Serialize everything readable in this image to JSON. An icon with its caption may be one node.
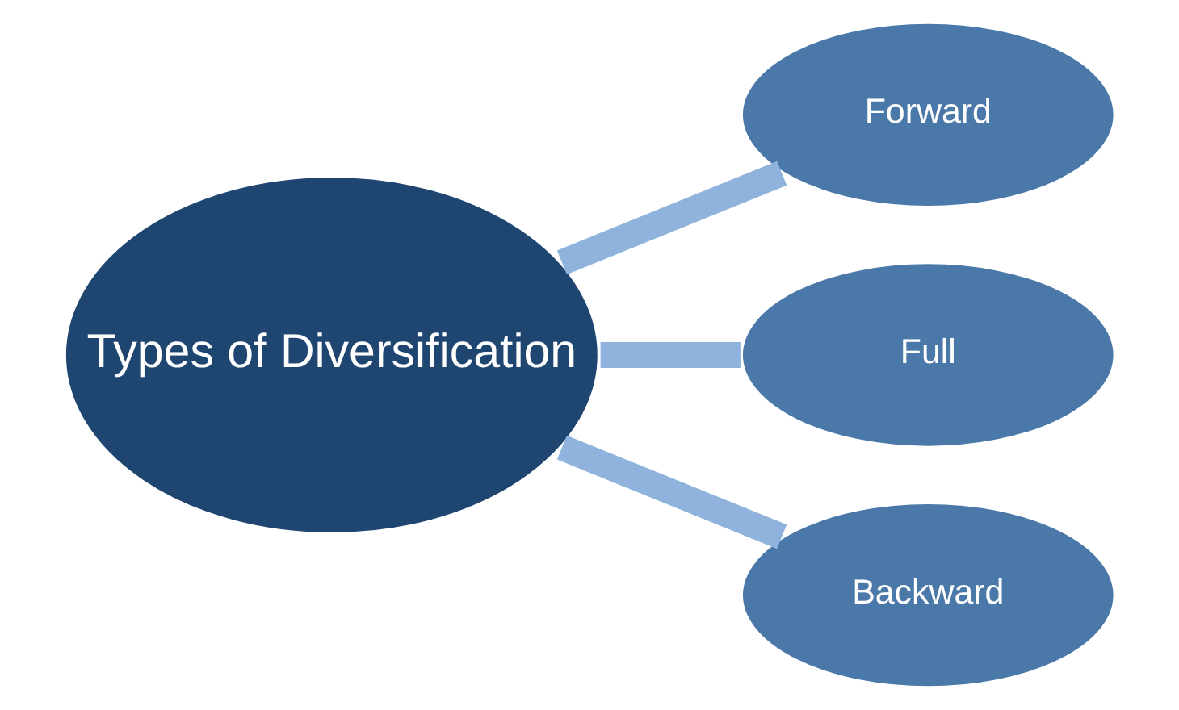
{
  "diagram": {
    "nodes": [
      {
        "text": [
          "Types of Diversification"
        ]
      },
      {
        "text": [
          "Forward"
        ]
      },
      {
        "text": [
          "Full"
        ]
      },
      {
        "text": [
          "Backward"
        ]
      }
    ],
    "edges": [
      {
        "from": 0,
        "to": 1,
        "arrow": "none"
      },
      {
        "from": 0,
        "to": 2,
        "arrow": "none"
      },
      {
        "from": 0,
        "to": 3,
        "arrow": "none"
      }
    ]
  }
}
